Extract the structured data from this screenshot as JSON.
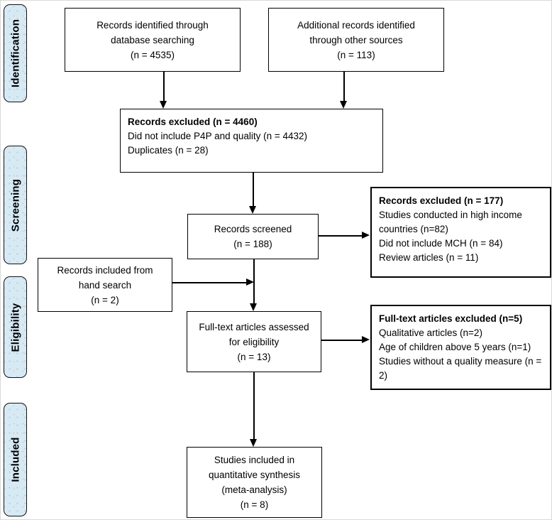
{
  "colors": {
    "stage_fill": "#d6eaf6",
    "stage_border": "#111111",
    "box_fill": "#ffffff",
    "box_border": "#000000",
    "arrow": "#000000"
  },
  "stages": [
    {
      "label": "Identification"
    },
    {
      "label": "Screening"
    },
    {
      "label": "Eligibility"
    },
    {
      "label": "Included"
    }
  ],
  "boxes": {
    "identified_db": {
      "lines": [
        "Records identified through",
        "database searching",
        "(n = 4535)"
      ]
    },
    "identified_other": {
      "lines": [
        "Additional records identified",
        "through other sources",
        "(n = 113)"
      ]
    },
    "records_excluded": {
      "header": "Records excluded (n = 4460)",
      "items": [
        "Did not include P4P and quality (n = 4432)",
        "Duplicates (n = 28)"
      ]
    },
    "records_screened": {
      "lines": [
        "Records screened",
        "(n = 188)"
      ]
    },
    "records_excluded_screening": {
      "header": "Records excluded (n = 177)",
      "items": [
        "Studies conducted in high income countries (n=82)",
        "Did not include MCH (n = 84)",
        "Review articles (n = 11)"
      ]
    },
    "hand_search": {
      "lines": [
        "Records included from",
        "hand search",
        "(n = 2)"
      ]
    },
    "fulltext_assessed": {
      "lines": [
        "Full-text articles assessed",
        "for eligibility",
        "(n = 13)"
      ]
    },
    "fulltext_excluded": {
      "header": "Full-text articles excluded (n=5)",
      "items": [
        "Qualitative articles (n=2)",
        "Age of children above 5 years (n=1)",
        "Studies without a quality measure (n = 2)"
      ]
    },
    "included_studies": {
      "lines": [
        "Studies included in",
        "quantitative synthesis",
        "(meta-analysis)",
        "(n = 8)"
      ]
    }
  }
}
